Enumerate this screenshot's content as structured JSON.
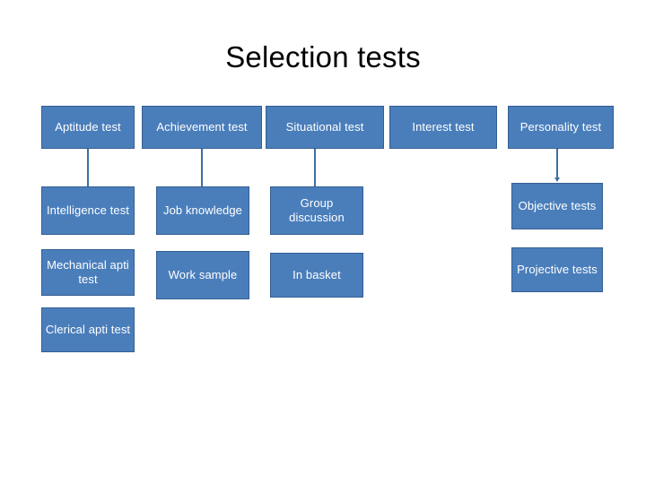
{
  "slide": {
    "title": "Selection tests",
    "background_color": "#ffffff",
    "node_fill_color": "#4a7ebb",
    "node_border_color": "#345e92",
    "node_text_color": "#ffffff",
    "connector_color": "#3d6ea5"
  },
  "diagram": {
    "type": "hierarchy-tree",
    "root_label": "Selection tests",
    "columns": [
      {
        "id": "aptitude",
        "header": "Aptitude test",
        "children": [
          "Intelligence test",
          "Mechanical apti test",
          "Clerical apti test"
        ]
      },
      {
        "id": "achievement",
        "header": "Achievement test",
        "children": [
          "Job knowledge",
          "Work sample"
        ]
      },
      {
        "id": "situational",
        "header": "Situational test",
        "children": [
          "Group discussion",
          "In basket"
        ]
      },
      {
        "id": "interest",
        "header": "Interest test",
        "children": []
      },
      {
        "id": "personality",
        "header": "Personality test",
        "children": [
          "Objective tests",
          "Projective tests"
        ]
      }
    ]
  },
  "nodes": {
    "row1": {
      "aptitude": "Aptitude test",
      "achievement": "Achievement test",
      "situational": "Situational test",
      "interest": "Interest test",
      "personality": "Personality test"
    },
    "row2": {
      "intelligence": "Intelligence test",
      "job_knowledge": "Job knowledge",
      "group_discussion": "Group discussion",
      "objective": "Objective tests"
    },
    "row3": {
      "mechanical": "Mechanical apti test",
      "work_sample": "Work sample",
      "in_basket": "In basket",
      "projective": "Projective tests"
    },
    "row4": {
      "clerical": "Clerical apti test"
    }
  }
}
